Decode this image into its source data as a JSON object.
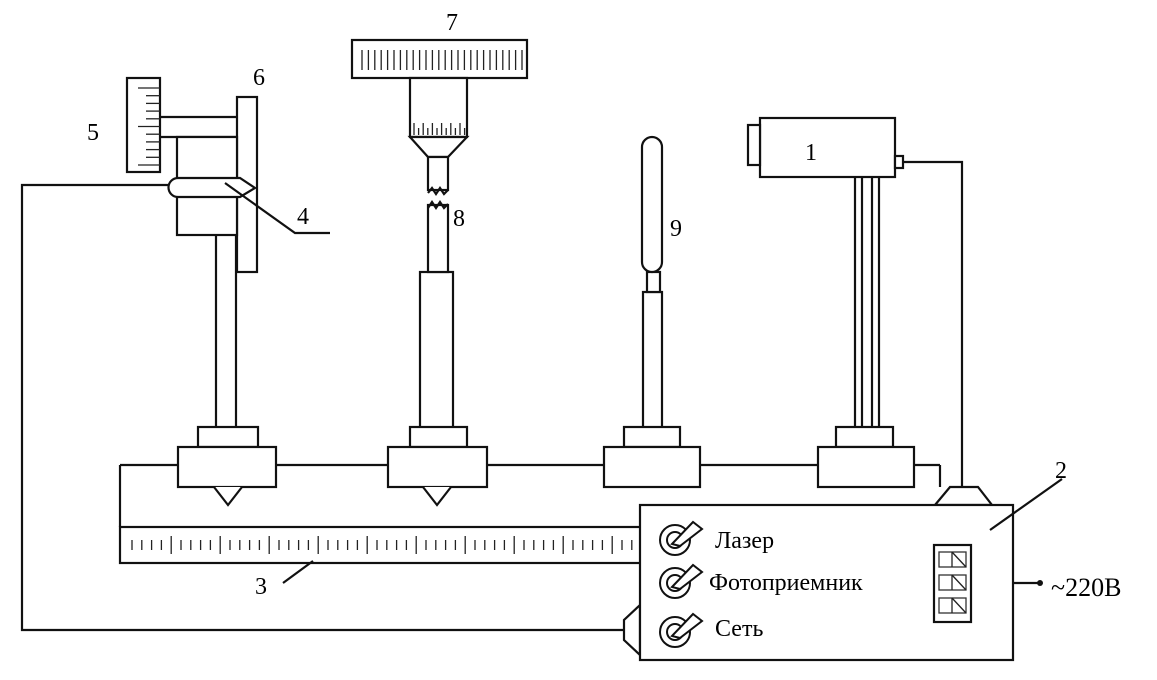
{
  "labels": {
    "n1": "1",
    "n2": "2",
    "n3": "3",
    "n4": "4",
    "n5": "5",
    "n6": "6",
    "n7": "7",
    "n8": "8",
    "n9": "9"
  },
  "control_box": {
    "switches": [
      "Лазер",
      "Фотоприемник",
      "Сеть"
    ]
  },
  "power": "~220В"
}
